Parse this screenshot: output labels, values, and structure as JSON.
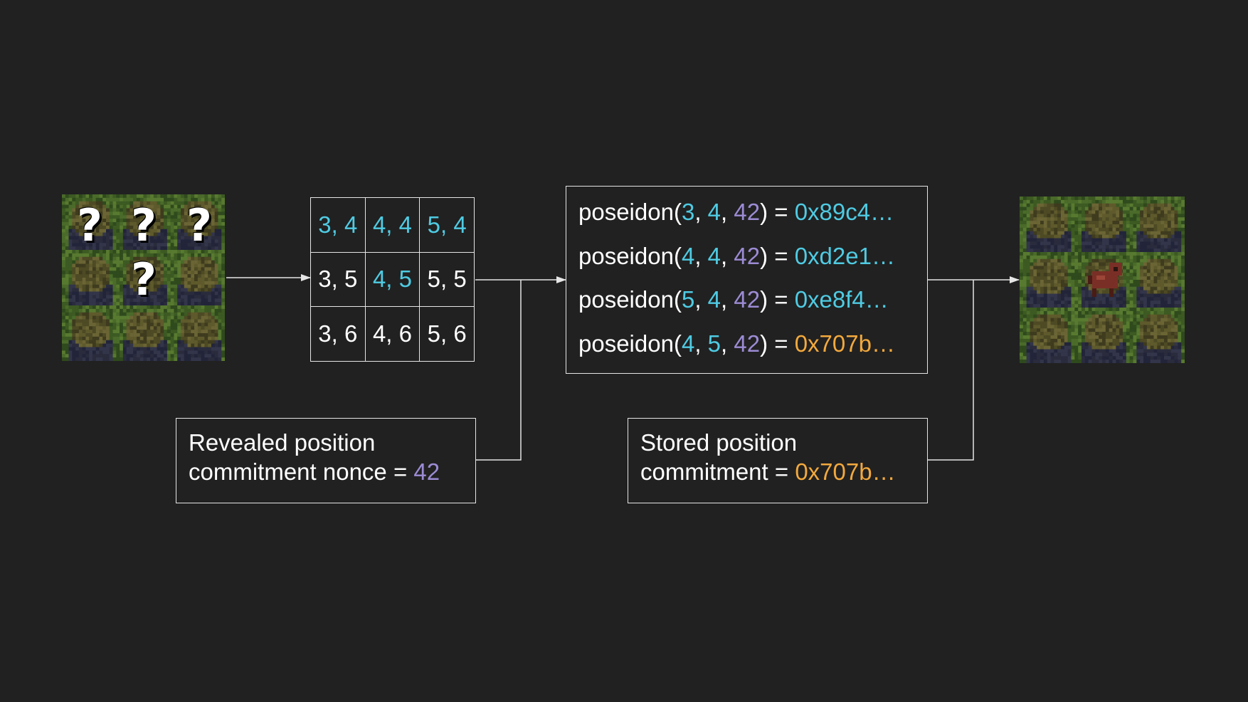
{
  "colors": {
    "background": "#212121",
    "line": "#e6e6e6",
    "text": "#ffffff",
    "coordinate": "#4fcbe3",
    "nonce": "#9c8bd4",
    "match": "#f3a93d"
  },
  "icons": {
    "hidden_tile": "question-mark-icon",
    "revealed_unit": "creature-icon"
  },
  "fog_map": {
    "question_mark": "?"
  },
  "grid": {
    "rows": [
      [
        {
          "text": "3, 4",
          "color": "cyan"
        },
        {
          "text": "4, 4",
          "color": "cyan"
        },
        {
          "text": "5, 4",
          "color": "cyan"
        }
      ],
      [
        {
          "text": "3, 5",
          "color": "white"
        },
        {
          "text": "4, 5",
          "color": "cyan"
        },
        {
          "text": "5, 5",
          "color": "white"
        }
      ],
      [
        {
          "text": "3, 6",
          "color": "white"
        },
        {
          "text": "4, 6",
          "color": "white"
        },
        {
          "text": "5, 6",
          "color": "white"
        }
      ]
    ]
  },
  "hashes": {
    "fn": "poseidon",
    "lines": [
      {
        "x": "3",
        "y": "4",
        "nonce": "42",
        "result": "0x89c4…",
        "result_color": "cyan"
      },
      {
        "x": "4",
        "y": "4",
        "nonce": "42",
        "result": "0xd2e1…",
        "result_color": "cyan"
      },
      {
        "x": "5",
        "y": "4",
        "nonce": "42",
        "result": "0xe8f4…",
        "result_color": "cyan"
      },
      {
        "x": "4",
        "y": "5",
        "nonce": "42",
        "result": "0x707b…",
        "result_color": "orange"
      }
    ]
  },
  "nonce_note": {
    "line1": "Revealed position",
    "line2_prefix": "commitment nonce = ",
    "value": "42"
  },
  "stored_note": {
    "line1": "Stored position",
    "line2_prefix": "commitment = ",
    "value": "0x707b…"
  }
}
